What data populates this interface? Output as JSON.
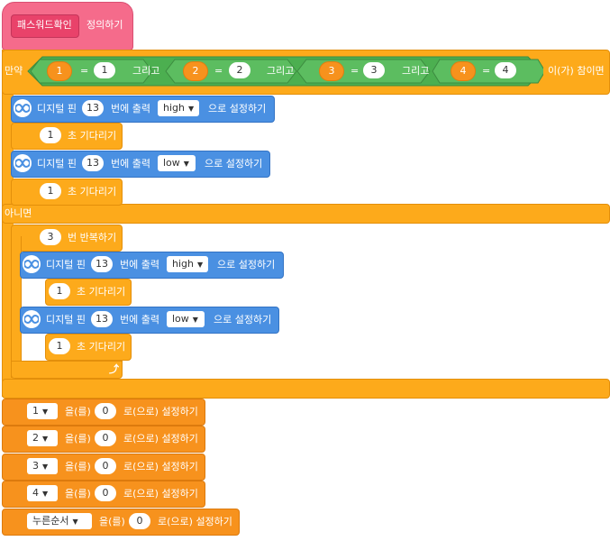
{
  "define_block": {
    "name": "패스워드확인",
    "suffix": "정의하기"
  },
  "if_block": {
    "if_label": "만약",
    "else_label": "아니면",
    "suffix": "이(가) 참이면",
    "and_label": "그리고",
    "eq": "=",
    "conditions": [
      {
        "left": "1",
        "right": "1"
      },
      {
        "left": "2",
        "right": "2"
      },
      {
        "left": "3",
        "right": "3"
      },
      {
        "left": "4",
        "right": "4"
      }
    ]
  },
  "digital_write": {
    "prefix": "디지털 핀",
    "pin": "13",
    "mid": "번에 출력",
    "suffix": "으로 설정하기",
    "high": "high",
    "low": "low"
  },
  "wait": {
    "value": "1",
    "suffix": "초 기다리기"
  },
  "repeat": {
    "value": "3",
    "suffix": "번 반복하기"
  },
  "set_vars": {
    "mid": "을(를)",
    "suffix": "로(으로) 설정하기",
    "items": [
      {
        "var": "1",
        "value": "0"
      },
      {
        "var": "2",
        "value": "0"
      },
      {
        "var": "3",
        "value": "0"
      },
      {
        "var": "4",
        "value": "0"
      },
      {
        "var": "누른순서",
        "value": "0"
      }
    ]
  },
  "colors": {
    "define": "#f56b8b",
    "control": "#fdaa1b",
    "hardware": "#4a90e2",
    "logic": "#4caf50",
    "variable": "#f7921d"
  },
  "icons": {
    "hardware": "infinity-icon",
    "loop_end": "loop-arrow-icon",
    "dropdown": "caret-down-icon"
  }
}
